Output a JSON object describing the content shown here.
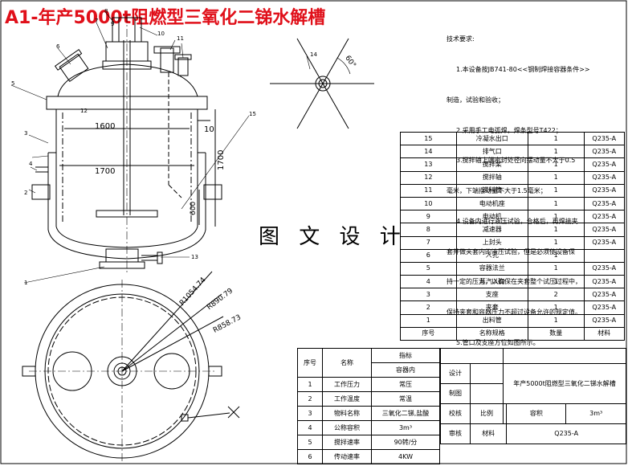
{
  "title": "A1-年产5000t阻燃型三氧化二锑水解槽",
  "watermark": "图 文 设 计",
  "tech_notes": {
    "heading": "技术要求:",
    "lines": [
      "1.本设备按JB741-80<<钢制焊接容器条件>>",
      "制造，试验和验收；",
      "2.采用手工电弧焊，焊条型号T422；",
      "3.搅拌轴上端密封处径向摆动量不大于0.5",
      "毫米，下端摆动量不大于1.5毫米；",
      "4.设备内进行液压试验，合格后，再焊接夹",
      "套并做夹套内的液压试验，但是必须使设备保",
      "持一定的压力，以确保在夹套整个试压过程中，",
      "保持夹套和容器压力不超过设备允许的规定值。",
      "5.管口及支座方位如图所示。"
    ]
  },
  "dimensions": {
    "d1600": "1600",
    "d1700": "1700",
    "d10": "10",
    "h1700": "1700",
    "h600": "600",
    "angle": "60°",
    "r1": "R1054.74",
    "r2": "R890.79",
    "r3": "R858.73"
  },
  "callouts": [
    "1",
    "2",
    "3",
    "4",
    "5",
    "6",
    "7",
    "8",
    "9",
    "10",
    "11",
    "12",
    "13",
    "14",
    "15"
  ],
  "parts_table": {
    "header": [
      "序号",
      "名称规格",
      "数量",
      "材料"
    ],
    "rows": [
      [
        "15",
        "冷凝水出口",
        "1",
        "Q235-A"
      ],
      [
        "14",
        "排气口",
        "1",
        "Q235-A"
      ],
      [
        "13",
        "搅拌桨",
        "1",
        "Q235-A"
      ],
      [
        "12",
        "搅拌轴",
        "1",
        "Q235-A"
      ],
      [
        "11",
        "进料管",
        "1",
        "Q235-A"
      ],
      [
        "10",
        "电动机座",
        "1",
        "Q235-A"
      ],
      [
        "9",
        "电动机",
        "1",
        "Q235-A"
      ],
      [
        "8",
        "减速器",
        "1",
        "Q235-A"
      ],
      [
        "7",
        "上封头",
        "1",
        "Q235-A"
      ],
      [
        "6",
        "人孔",
        "1",
        ""
      ],
      [
        "5",
        "容器法兰",
        "1",
        "Q235-A"
      ],
      [
        "4",
        "蒸汽入口",
        "1",
        "Q235-A"
      ],
      [
        "3",
        "支座",
        "2",
        "Q235-A"
      ],
      [
        "2",
        "夹套",
        "1",
        "Q235-A"
      ],
      [
        "1",
        "出料管",
        "1",
        "Q235-A"
      ]
    ]
  },
  "spec_table": {
    "h_no": "序号",
    "h_name": "名称",
    "h_index": "指标",
    "h_sub": "容器内",
    "rows": [
      [
        "1",
        "工作压力",
        "常压"
      ],
      [
        "2",
        "工作温度",
        "常温"
      ],
      [
        "3",
        "物料名称",
        "三氧化二锑,盐酸"
      ],
      [
        "4",
        "公称容积",
        "3m³"
      ],
      [
        "5",
        "搅拌速率",
        "90转/分"
      ],
      [
        "6",
        "传动速率",
        "4KW"
      ]
    ]
  },
  "title_block": {
    "design": "设计",
    "drawn": "制图",
    "check": "校核",
    "review": "审核",
    "name": "年产5000t阻燃型三氧化二锑水解槽",
    "scale": "比例",
    "volume_label": "容积",
    "volume_value": "3m³",
    "material_label": "材料",
    "material_value": "Q235-A"
  }
}
